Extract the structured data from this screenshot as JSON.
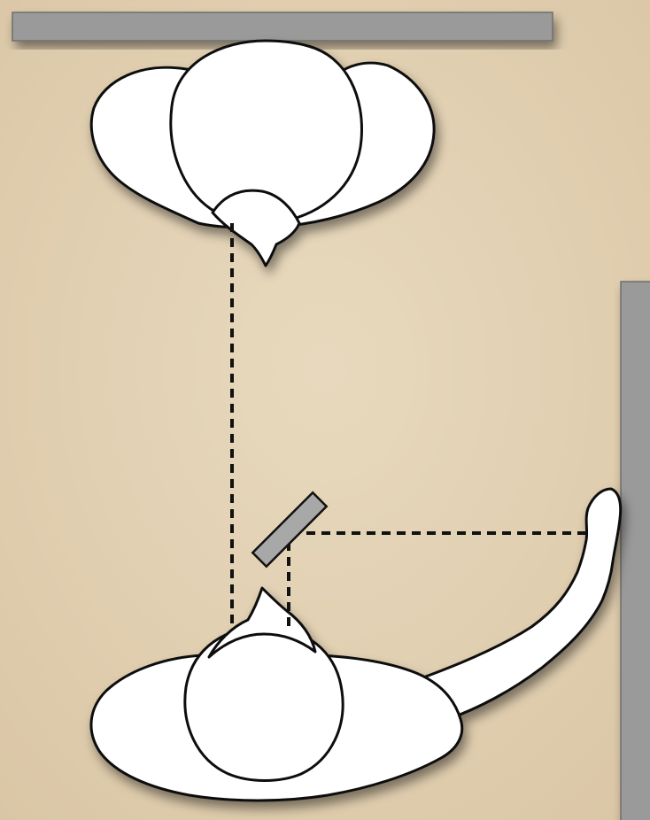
{
  "colors": {
    "background": "#e3d2b5",
    "wall_fill": "#9a9a9a",
    "wall_stroke": "#6e6e6e",
    "figure_fill": "#ffffff",
    "outline": "#111111",
    "sight_line": "#111111",
    "mirror_fill": "#a8a8a8"
  },
  "icons": {
    "top_wall": "wall-bar",
    "side_wall": "wall-bar",
    "observer": "person-top-view",
    "subject": "person-top-view-with-raised-arm",
    "mirror": "small-angled-mirror",
    "sight_lines": "dashed-line"
  }
}
